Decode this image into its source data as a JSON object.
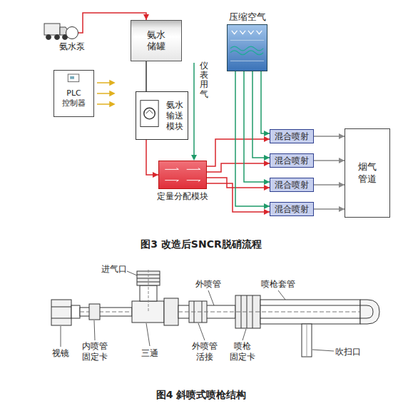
{
  "diagram": {
    "caption": "图3 改造后SNCR脱硝流程",
    "nodes": [
      {
        "text": [
          "氨水泵"
        ]
      },
      {
        "text": [
          "氨水 储罐"
        ]
      },
      {
        "text": [
          "PLC 控制器"
        ]
      },
      {
        "text": [
          "压缩空气"
        ]
      },
      {
        "text": [
          "氨水 输送 模块"
        ]
      },
      {
        "text": [
          "定量分配模块"
        ]
      },
      {
        "text": [
          "混合喷射"
        ]
      },
      {
        "text": [
          "混合喷射"
        ]
      },
      {
        "text": [
          "混合喷射"
        ]
      },
      {
        "text": [
          "混合喷射"
        ]
      },
      {
        "text": [
          "烟气 管道"
        ]
      }
    ],
    "edges": [
      {
        "from": 0,
        "to": 1,
        "arrow": "to"
      },
      {
        "from": 1,
        "to": 4,
        "arrow": "none"
      },
      {
        "from": 4,
        "to": 5,
        "arrow": "to"
      },
      {
        "from": 5,
        "to": 6,
        "arrow": "to"
      },
      {
        "from": 5,
        "to": 7,
        "arrow": "to"
      },
      {
        "from": 5,
        "to": 8,
        "arrow": "to"
      },
      {
        "from": 5,
        "to": 9,
        "arrow": "to"
      },
      {
        "from": 3,
        "to": 6,
        "arrow": "to"
      },
      {
        "from": 3,
        "to": 7,
        "arrow": "to"
      },
      {
        "from": 3,
        "to": 8,
        "arrow": "to"
      },
      {
        "from": 3,
        "to": 9,
        "arrow": "to"
      },
      {
        "from": 6,
        "to": 10,
        "arrow": "to"
      },
      {
        "from": 7,
        "to": 10,
        "arrow": "to"
      },
      {
        "from": 8,
        "to": 10,
        "arrow": "to"
      },
      {
        "from": 9,
        "to": 10,
        "arrow": "to"
      }
    ],
    "labels": [
      "仪表用气",
      "进气口",
      "外喷管",
      "喷枪套管",
      "视镜",
      "内喷管 固定卡",
      "三通",
      "外喷管 活接",
      "喷枪 固定卡",
      "吹扫口",
      "图4 斜喷式喷枪结构"
    ]
  }
}
